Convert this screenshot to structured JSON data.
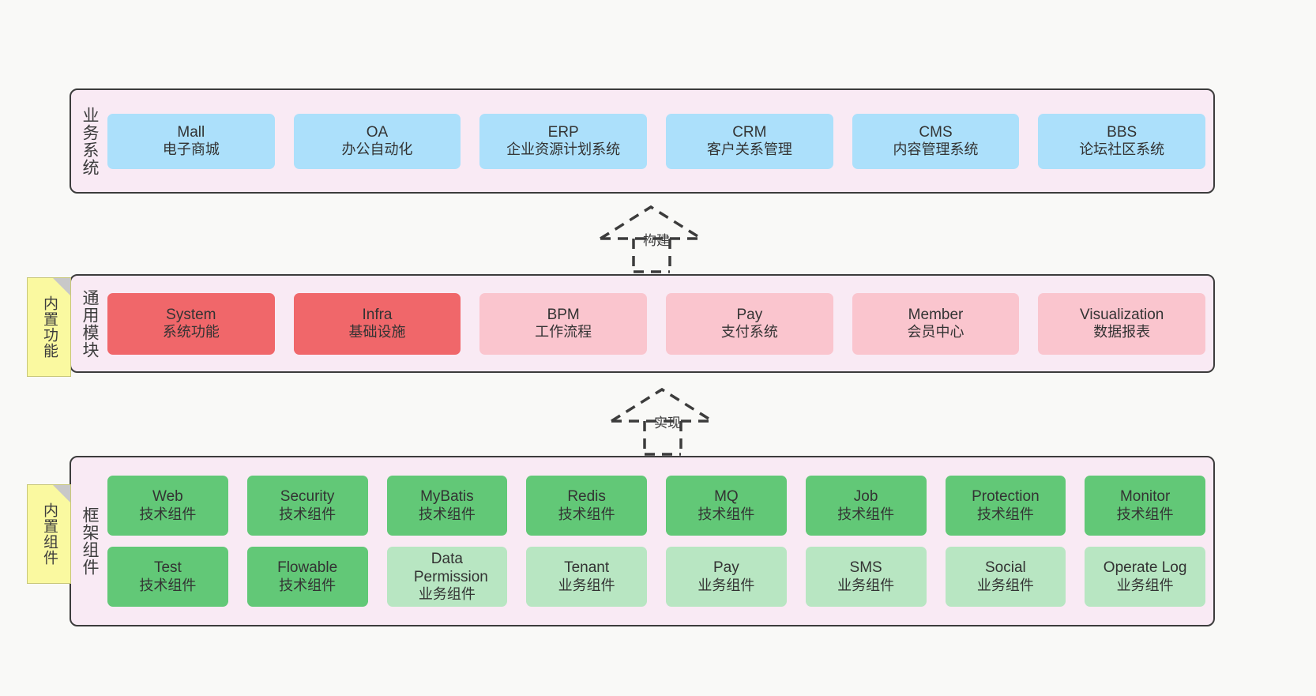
{
  "colors": {
    "panel_bg": "#f9eaf4",
    "panel_border": "#3c3c3c",
    "blue": "#ace0fb",
    "red": "#f0676a",
    "pink": "#fac5ce",
    "green": "#62c877",
    "light_green": "#b8e6c2",
    "note_yellow": "#faf9a0",
    "canvas": "#f9f9f7"
  },
  "layers": {
    "business": {
      "caption": "业务系统",
      "nodes": [
        {
          "title": "Mall",
          "sub": "电子商城"
        },
        {
          "title": "OA",
          "sub": "办公自动化"
        },
        {
          "title": "ERP",
          "sub": "企业资源计划系统"
        },
        {
          "title": "CRM",
          "sub": "客户关系管理"
        },
        {
          "title": "CMS",
          "sub": "内容管理系统"
        },
        {
          "title": "BBS",
          "sub": "论坛社区系统"
        }
      ]
    },
    "common": {
      "caption": "通用模块",
      "nodes": [
        {
          "title": "System",
          "sub": "系统功能"
        },
        {
          "title": "Infra",
          "sub": "基础设施"
        },
        {
          "title": "BPM",
          "sub": "工作流程"
        },
        {
          "title": "Pay",
          "sub": "支付系统"
        },
        {
          "title": "Member",
          "sub": "会员中心"
        },
        {
          "title": "Visualization",
          "sub": "数据报表"
        }
      ]
    },
    "framework": {
      "caption": "框架组件",
      "row1": [
        {
          "title": "Web",
          "sub": "技术组件"
        },
        {
          "title": "Security",
          "sub": "技术组件"
        },
        {
          "title": "MyBatis",
          "sub": "技术组件"
        },
        {
          "title": "Redis",
          "sub": "技术组件"
        },
        {
          "title": "MQ",
          "sub": "技术组件"
        },
        {
          "title": "Job",
          "sub": "技术组件"
        },
        {
          "title": "Protection",
          "sub": "技术组件"
        },
        {
          "title": "Monitor",
          "sub": "技术组件"
        }
      ],
      "row2": [
        {
          "title": "Test",
          "sub": "技术组件"
        },
        {
          "title": "Flowable",
          "sub": "技术组件"
        },
        {
          "title": "Data Permission",
          "sub": "业务组件"
        },
        {
          "title": "Tenant",
          "sub": "业务组件"
        },
        {
          "title": "Pay",
          "sub": "业务组件"
        },
        {
          "title": "SMS",
          "sub": "业务组件"
        },
        {
          "title": "Social",
          "sub": "业务组件"
        },
        {
          "title": "Operate Log",
          "sub": "业务组件"
        }
      ]
    }
  },
  "notes": [
    {
      "text": "内置功能"
    },
    {
      "text": "内置组件"
    }
  ],
  "connectors": [
    {
      "label": "构建"
    },
    {
      "label": "实现"
    }
  ]
}
